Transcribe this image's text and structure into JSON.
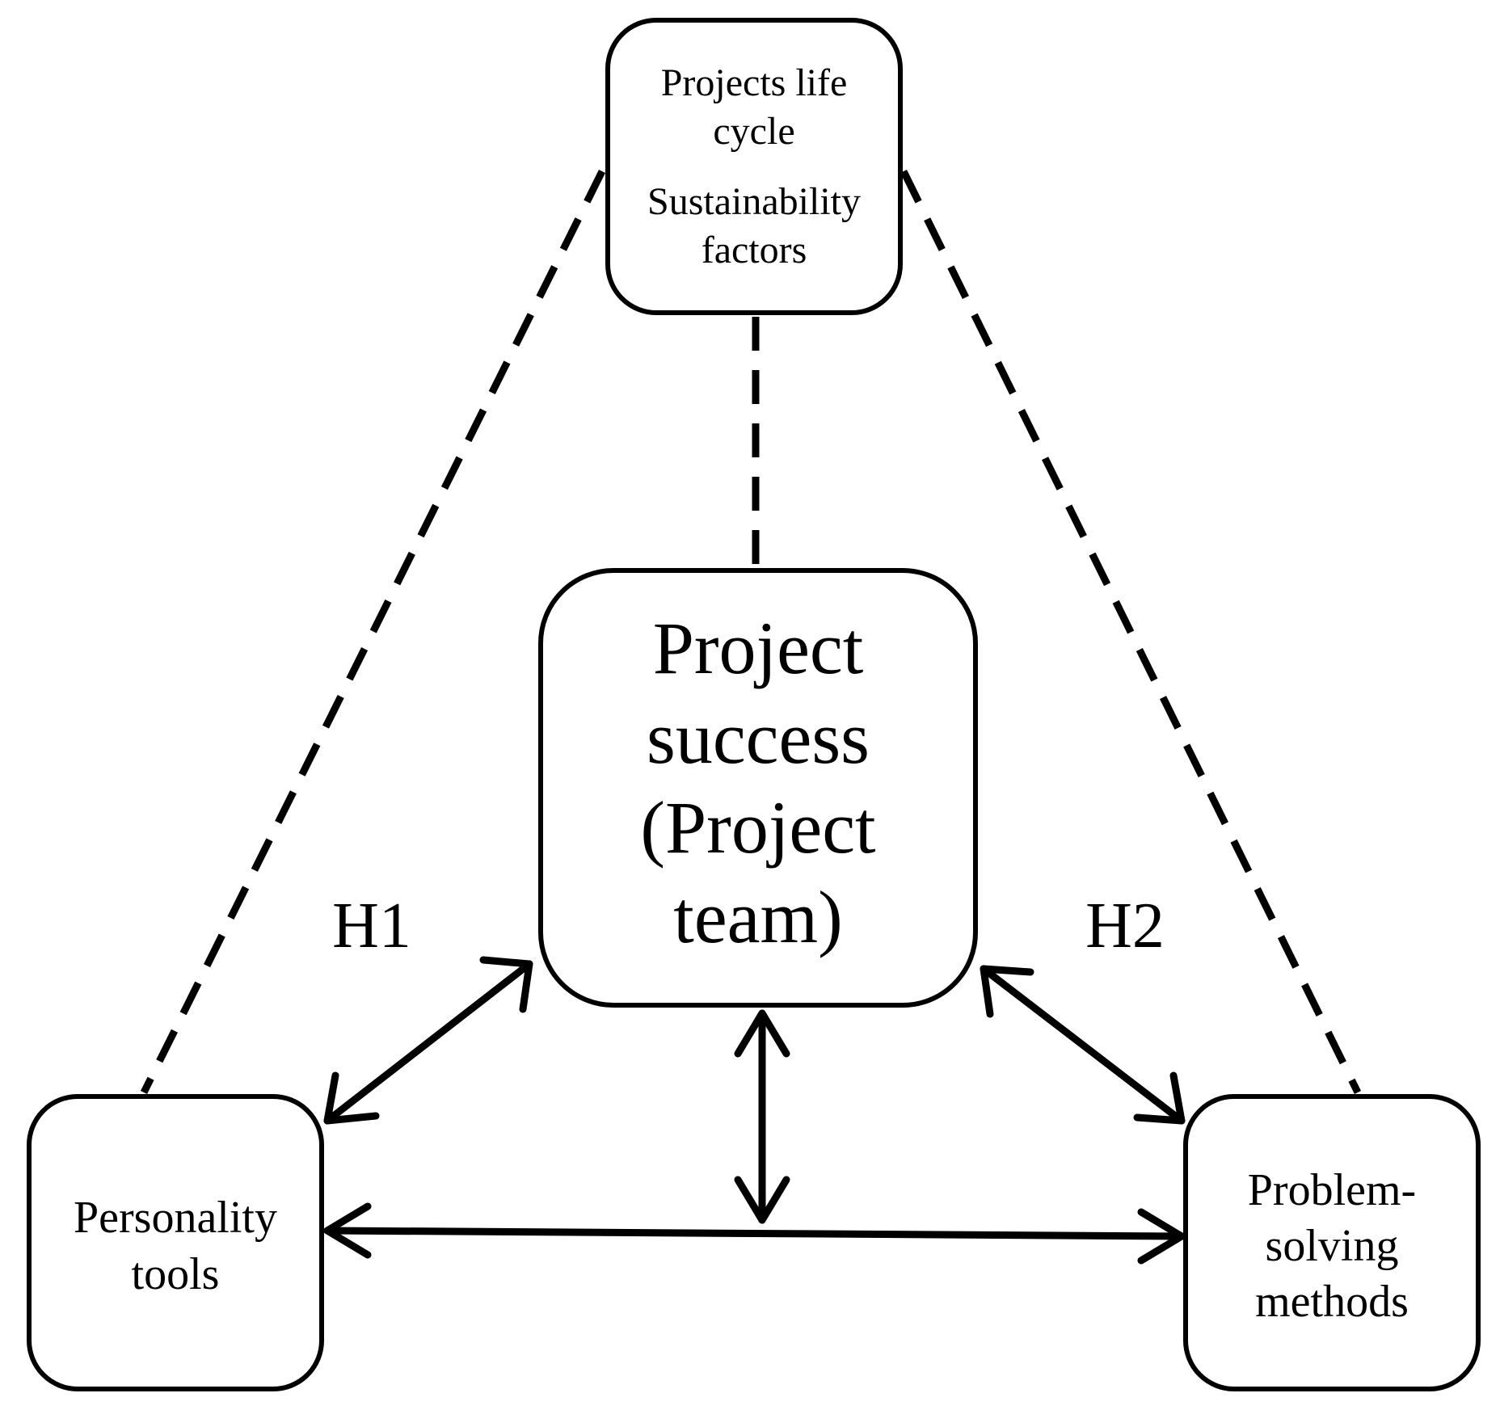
{
  "nodes": {
    "top": {
      "lines": [
        "Projects life",
        "cycle",
        "Sustainability",
        "factors"
      ]
    },
    "center": {
      "lines": [
        "Project",
        "success",
        "(Project",
        "team)"
      ]
    },
    "left": {
      "lines": [
        "Personality",
        "tools"
      ]
    },
    "right": {
      "lines": [
        "Problem-",
        "solving",
        "methods"
      ]
    }
  },
  "labels": {
    "h1": "H1",
    "h2": "H2"
  },
  "edges": [
    {
      "from": "top",
      "to": "center",
      "style": "dashed"
    },
    {
      "from": "top",
      "to": "left",
      "style": "dashed"
    },
    {
      "from": "top",
      "to": "right",
      "style": "dashed"
    },
    {
      "from": "center",
      "to": "left",
      "style": "double-arrow",
      "label": "H1"
    },
    {
      "from": "center",
      "to": "right",
      "style": "double-arrow",
      "label": "H2"
    },
    {
      "from": "left",
      "to": "right",
      "style": "double-arrow"
    },
    {
      "from": "center",
      "to": "left-right-edge",
      "style": "double-arrow"
    }
  ]
}
